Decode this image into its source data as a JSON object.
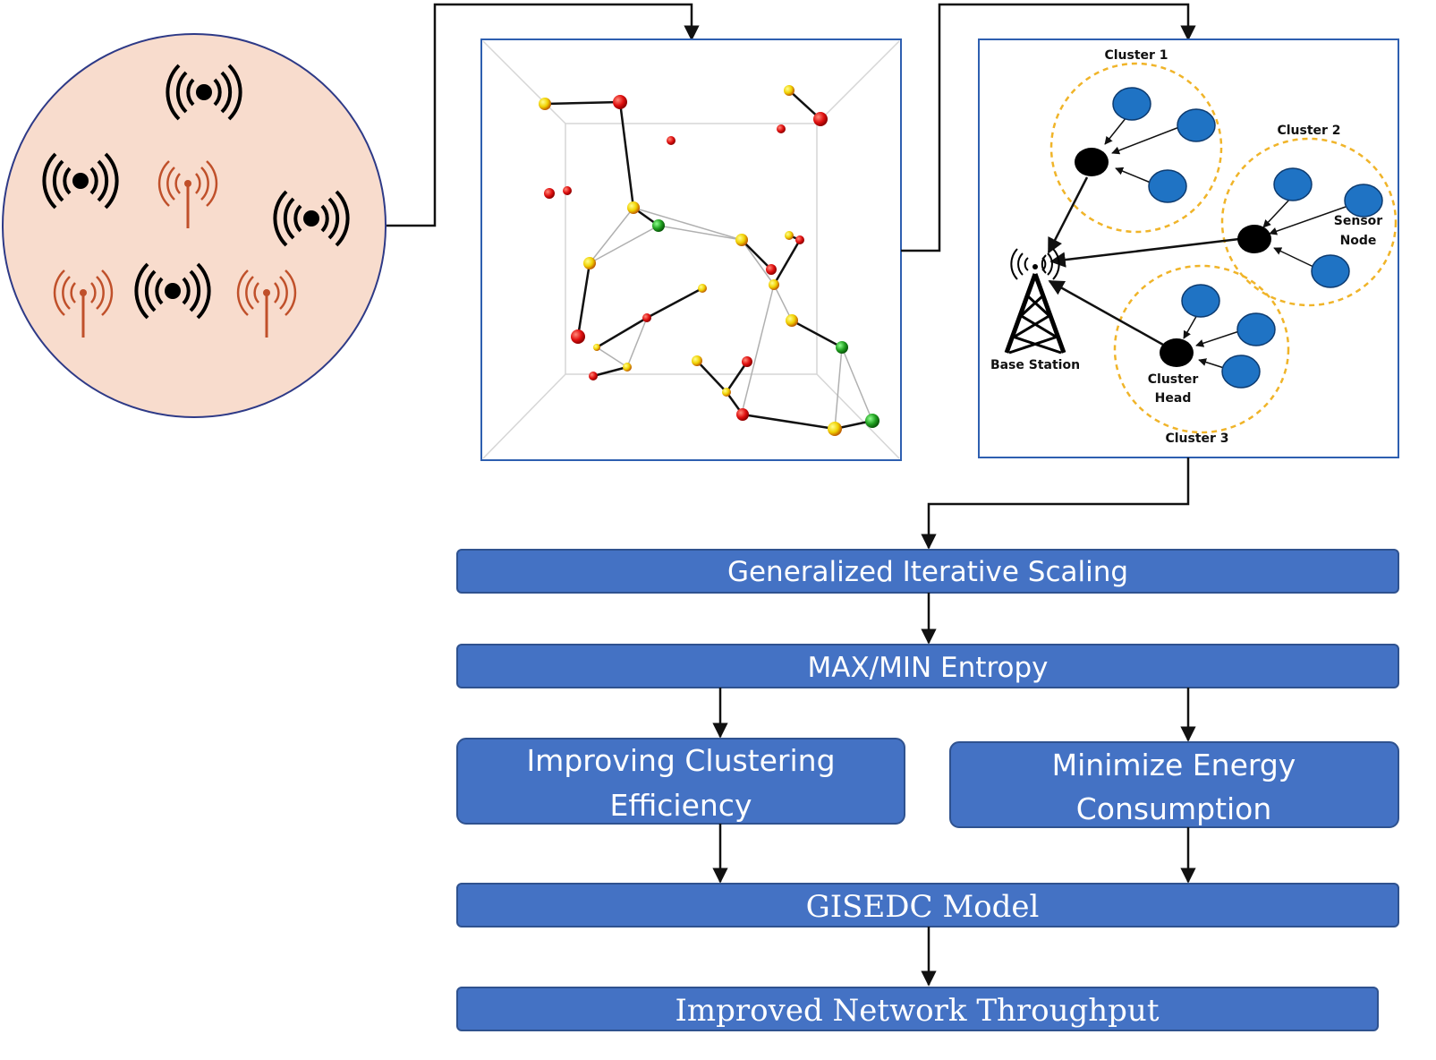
{
  "cluster_panel": {
    "cluster1": "Cluster 1",
    "cluster2": "Cluster 2",
    "cluster3": "Cluster 3",
    "sensor_line1": "Sensor",
    "sensor_line2": "Node",
    "base_station": "Base Station",
    "head_line1": "Cluster",
    "head_line2": "Head"
  },
  "flow": {
    "gis": "Generalized Iterative Scaling",
    "entropy": "MAX/MIN Entropy",
    "clustering_line1": "Improving Clustering",
    "clustering_line2": "Efficiency",
    "energy_line1": "Minimize Energy",
    "energy_line2": "Consumption",
    "model": "GISEDC Model",
    "throughput": "Improved Network Throughput"
  },
  "colors": {
    "box_fill": "#4472c4",
    "box_stroke": "#2f528f",
    "circle_fill": "#f8dccd",
    "circle_stroke": "#2e3a87",
    "antenna_orange": "#c0502a",
    "sensor_node_blue": "#1f73c4",
    "cluster_ring": "#f0b429",
    "panel_border": "#2e5fb0"
  }
}
